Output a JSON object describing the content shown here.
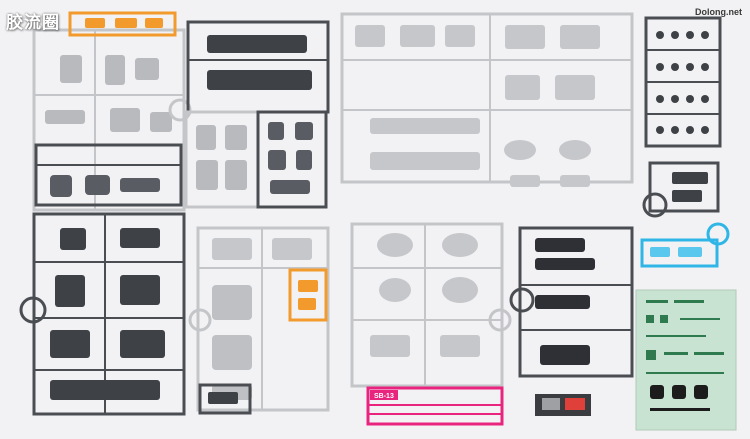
{
  "watermark": {
    "site_name": "胶流圈",
    "domain": "Dolong.net"
  },
  "runner_tag": {
    "code": "SB-13"
  },
  "colors": {
    "background": "#f2f2f4",
    "light_grey_runner": "#c9cacd",
    "dark_grey_runner": "#4a4d52",
    "orange_runner": "#f39a2c",
    "cyan_clear_part": "#2fb6e6",
    "magenta_frame": "#e9247e",
    "decal_sheet": "#c9e3d3"
  }
}
